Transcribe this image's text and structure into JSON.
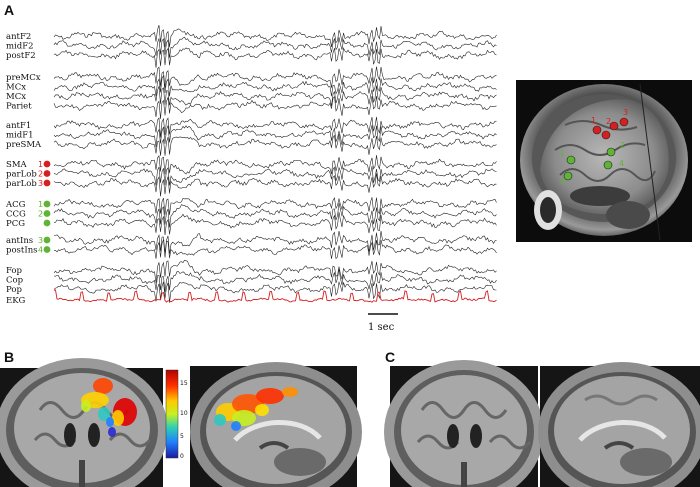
{
  "panels": {
    "a": "A",
    "b": "B",
    "c": "C"
  },
  "groups": [
    {
      "labels": [
        "antF2",
        "midF2",
        "postF2"
      ]
    },
    {
      "labels": [
        "preMCx",
        "MCx",
        "MCx",
        "Pariet"
      ]
    },
    {
      "labels": [
        "antF1",
        "midF1",
        "preSMA"
      ]
    },
    {
      "labels": [
        "SMA",
        "parLob",
        "parLob"
      ],
      "markers": [
        "1",
        "2",
        "3"
      ],
      "marker_color": "#d42020"
    },
    {
      "labels": [
        "ACG",
        "CCG",
        "PCG"
      ],
      "markers": [
        "1",
        "2",
        ""
      ],
      "marker_color": "#5fb436"
    },
    {
      "labels": [
        "antIns",
        "postIns"
      ],
      "markers": [
        "3",
        "4"
      ],
      "marker_color": "#5fb436"
    },
    {
      "labels": [
        "Fop",
        "Cop",
        "Pop"
      ]
    },
    {
      "labels": [
        "EKG"
      ],
      "trace_color": "#d42020"
    }
  ],
  "scale_bar": "1 sec",
  "colorbar": {
    "ticks": [
      "15",
      "10",
      "5",
      "0"
    ]
  },
  "colors": {
    "red": "#d42020",
    "green": "#5fb436",
    "trace": "#222222"
  },
  "mri_markers": {
    "red": [
      "1",
      "2",
      "3"
    ],
    "green": [
      "1",
      "2",
      "3",
      "4"
    ]
  }
}
